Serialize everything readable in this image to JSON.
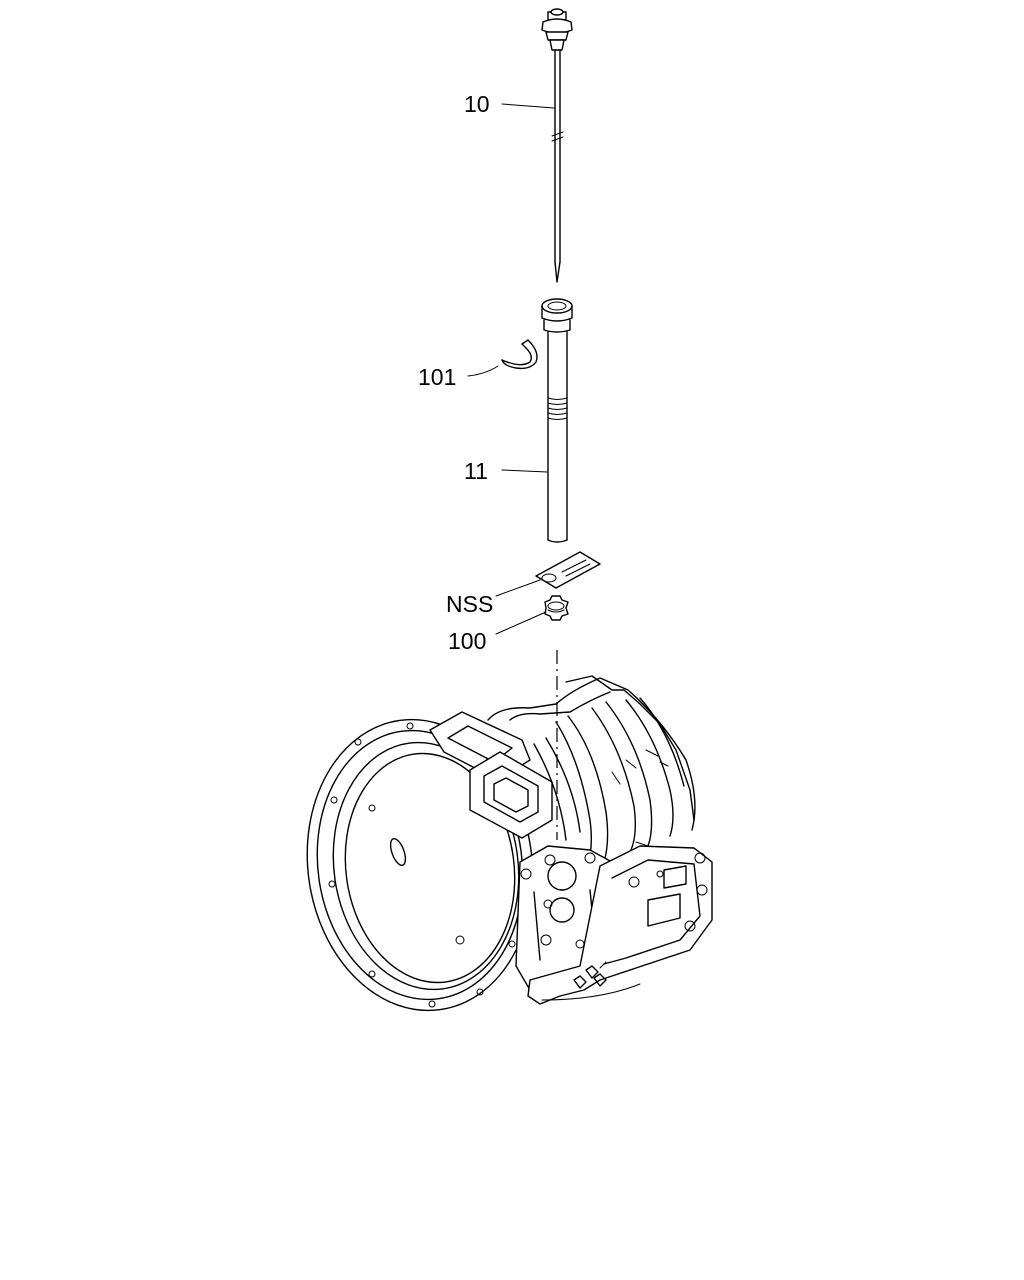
{
  "callouts": {
    "dipstick": "10",
    "clip": "101",
    "guide_tube": "11",
    "gasket": "NSS",
    "nut": "100"
  },
  "colors": {
    "line": "#000000",
    "background": "#ffffff"
  },
  "icons": {
    "dipstick": "dipstick-icon",
    "clip": "clip-icon",
    "guide_tube": "tube-icon",
    "gasket": "gasket-icon",
    "nut": "lock-nut-icon",
    "housing": "transmission-housing-icon"
  }
}
